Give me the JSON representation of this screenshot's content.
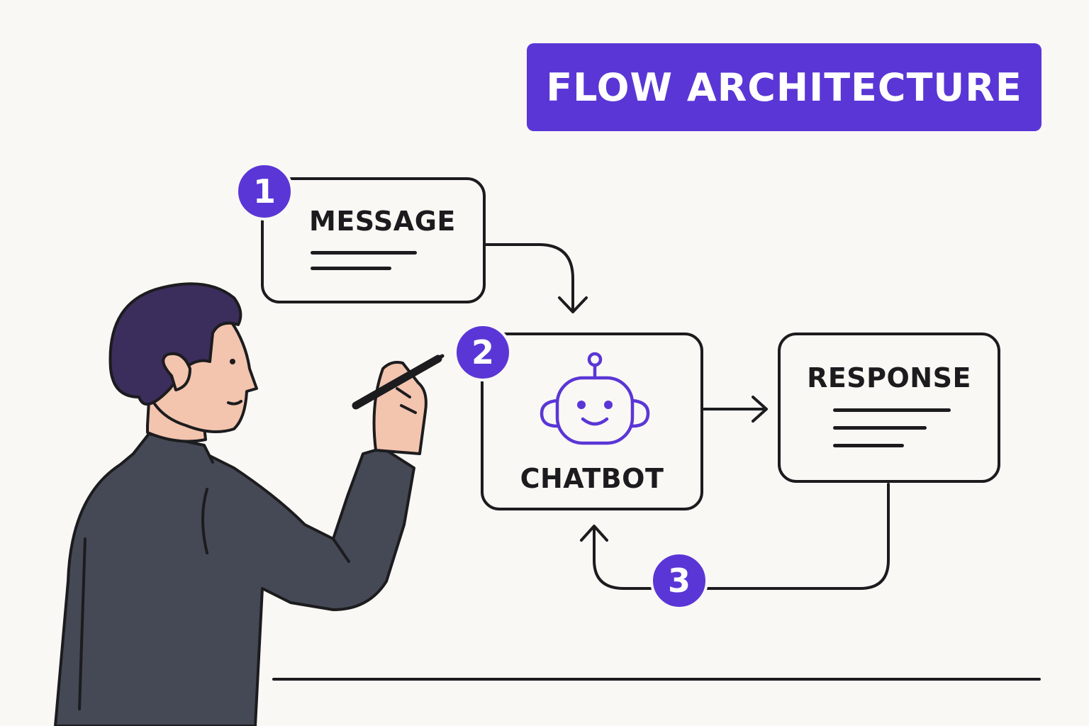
{
  "title": "FLOW ARCHITECTURE",
  "steps": [
    {
      "number": "1",
      "label": "MESSAGE"
    },
    {
      "number": "2",
      "label": "CHATBOT"
    },
    {
      "number": "3"
    }
  ],
  "response_label": "RESPONSE",
  "icons": [
    "robot-icon",
    "person-illustration",
    "pen-icon"
  ],
  "colors": {
    "accent": "#5a36d6",
    "ink": "#1c1c1f",
    "background": "#faf8f4",
    "skin": "#f3c4ae",
    "hair": "#3b2d5c",
    "jacket": "#454955"
  }
}
